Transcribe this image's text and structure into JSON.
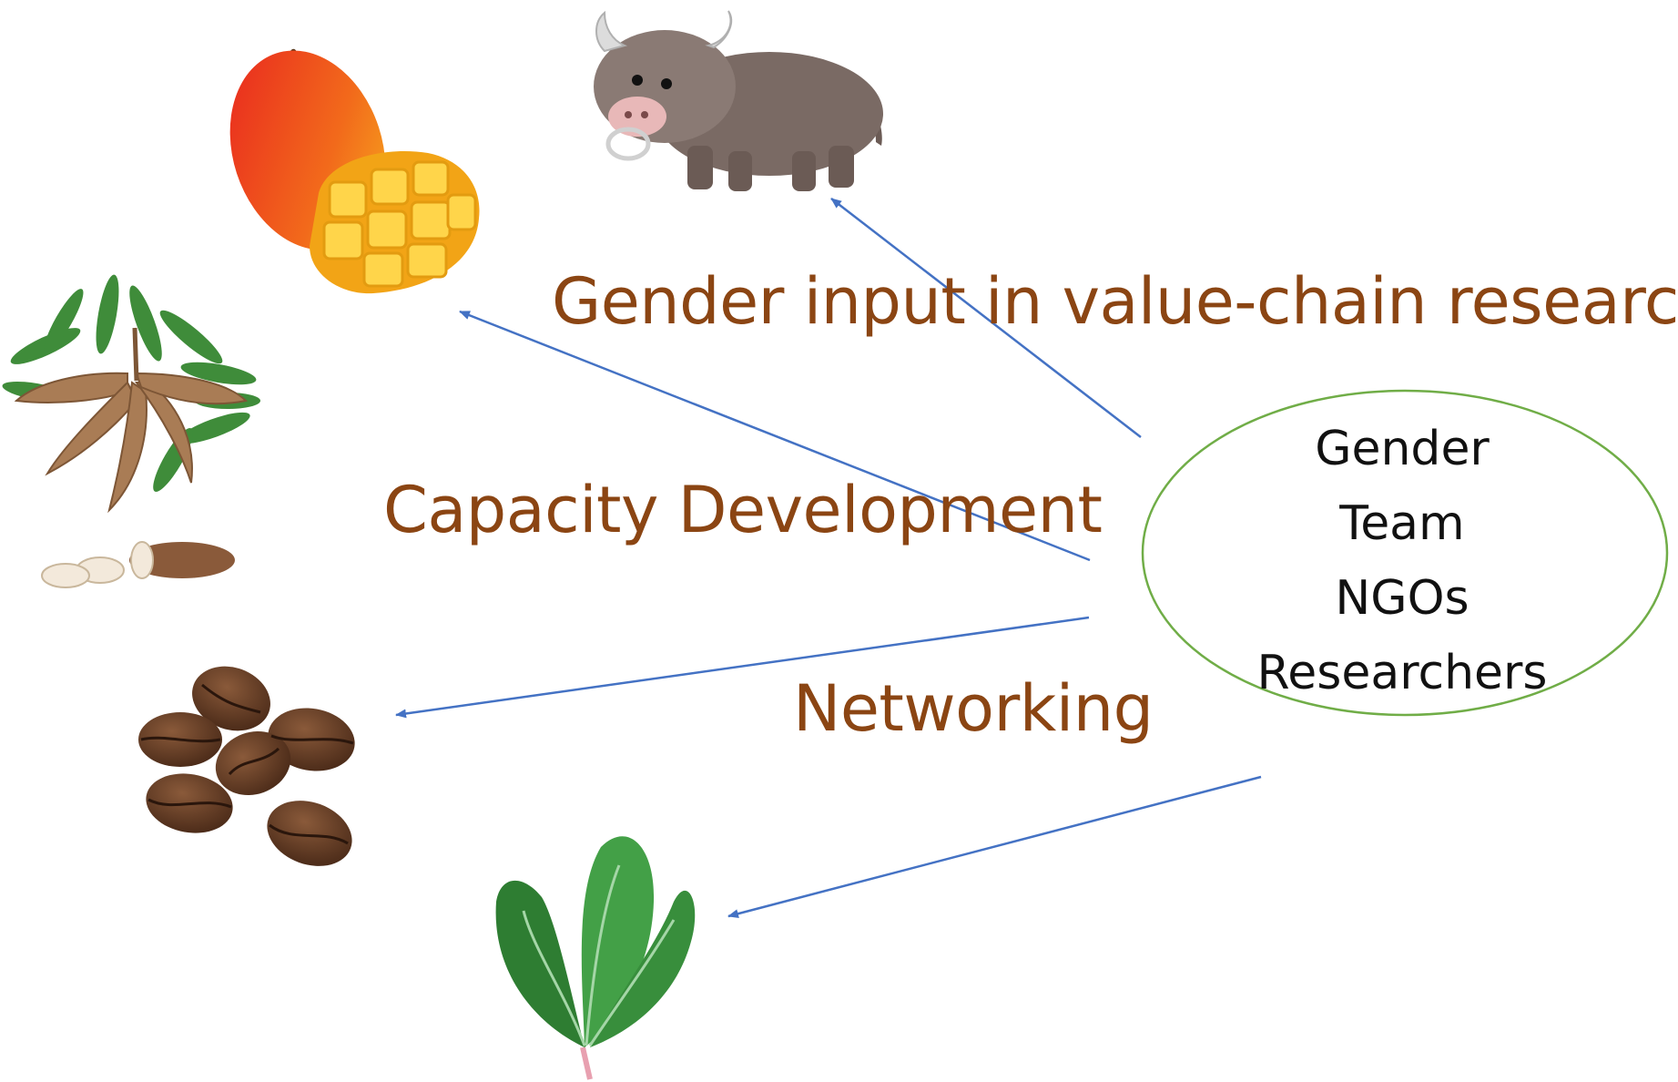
{
  "labels": {
    "value_chain": "Gender input in value-chain research",
    "capacity": "Capacity Development",
    "networking": "Networking"
  },
  "hub": {
    "lines": [
      "Gender",
      "Team",
      "NGOs",
      "Researchers"
    ]
  },
  "icons": {
    "mango": "mango-icon",
    "cattle": "cattle-icon",
    "cassava": "cassava-icon",
    "coffee": "coffee-beans-icon",
    "leafy_greens": "leafy-greens-icon"
  },
  "colors": {
    "label_text": "#8B4513",
    "arrow": "#4472C4",
    "ellipse_stroke": "#70AD47",
    "hub_text": "#111111"
  }
}
